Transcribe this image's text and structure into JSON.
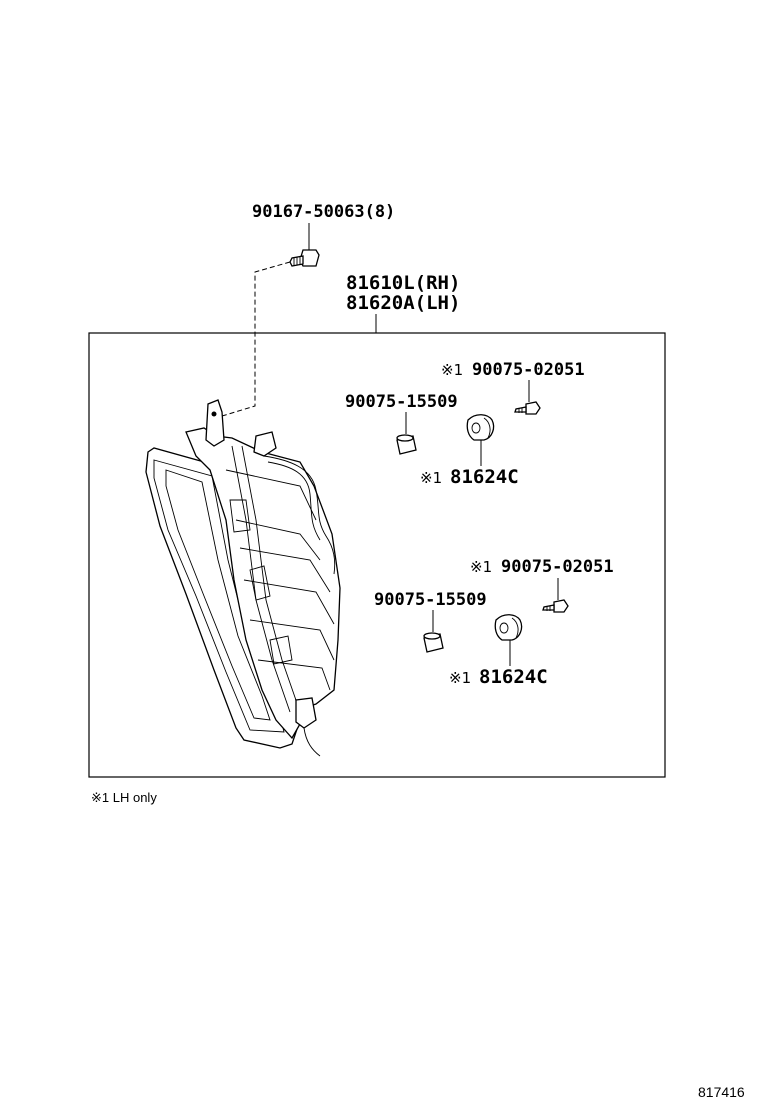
{
  "callouts": {
    "bolt_top": "90167-50063(8)",
    "lamp_rh": "81610L(RH)",
    "lamp_lh": "81620A(LH)",
    "screw_upper": "90075-02051",
    "spacer_upper": "90075-15509",
    "clip_upper": "81624C",
    "screw_lower": "90075-02051",
    "spacer_lower": "90075-15509",
    "clip_lower": "81624C"
  },
  "markers": {
    "screw_upper": "※1",
    "clip_upper": "※1",
    "screw_lower": "※1",
    "clip_lower": "※1"
  },
  "footnote": "※1 LH only",
  "diagram_ref": "817416"
}
